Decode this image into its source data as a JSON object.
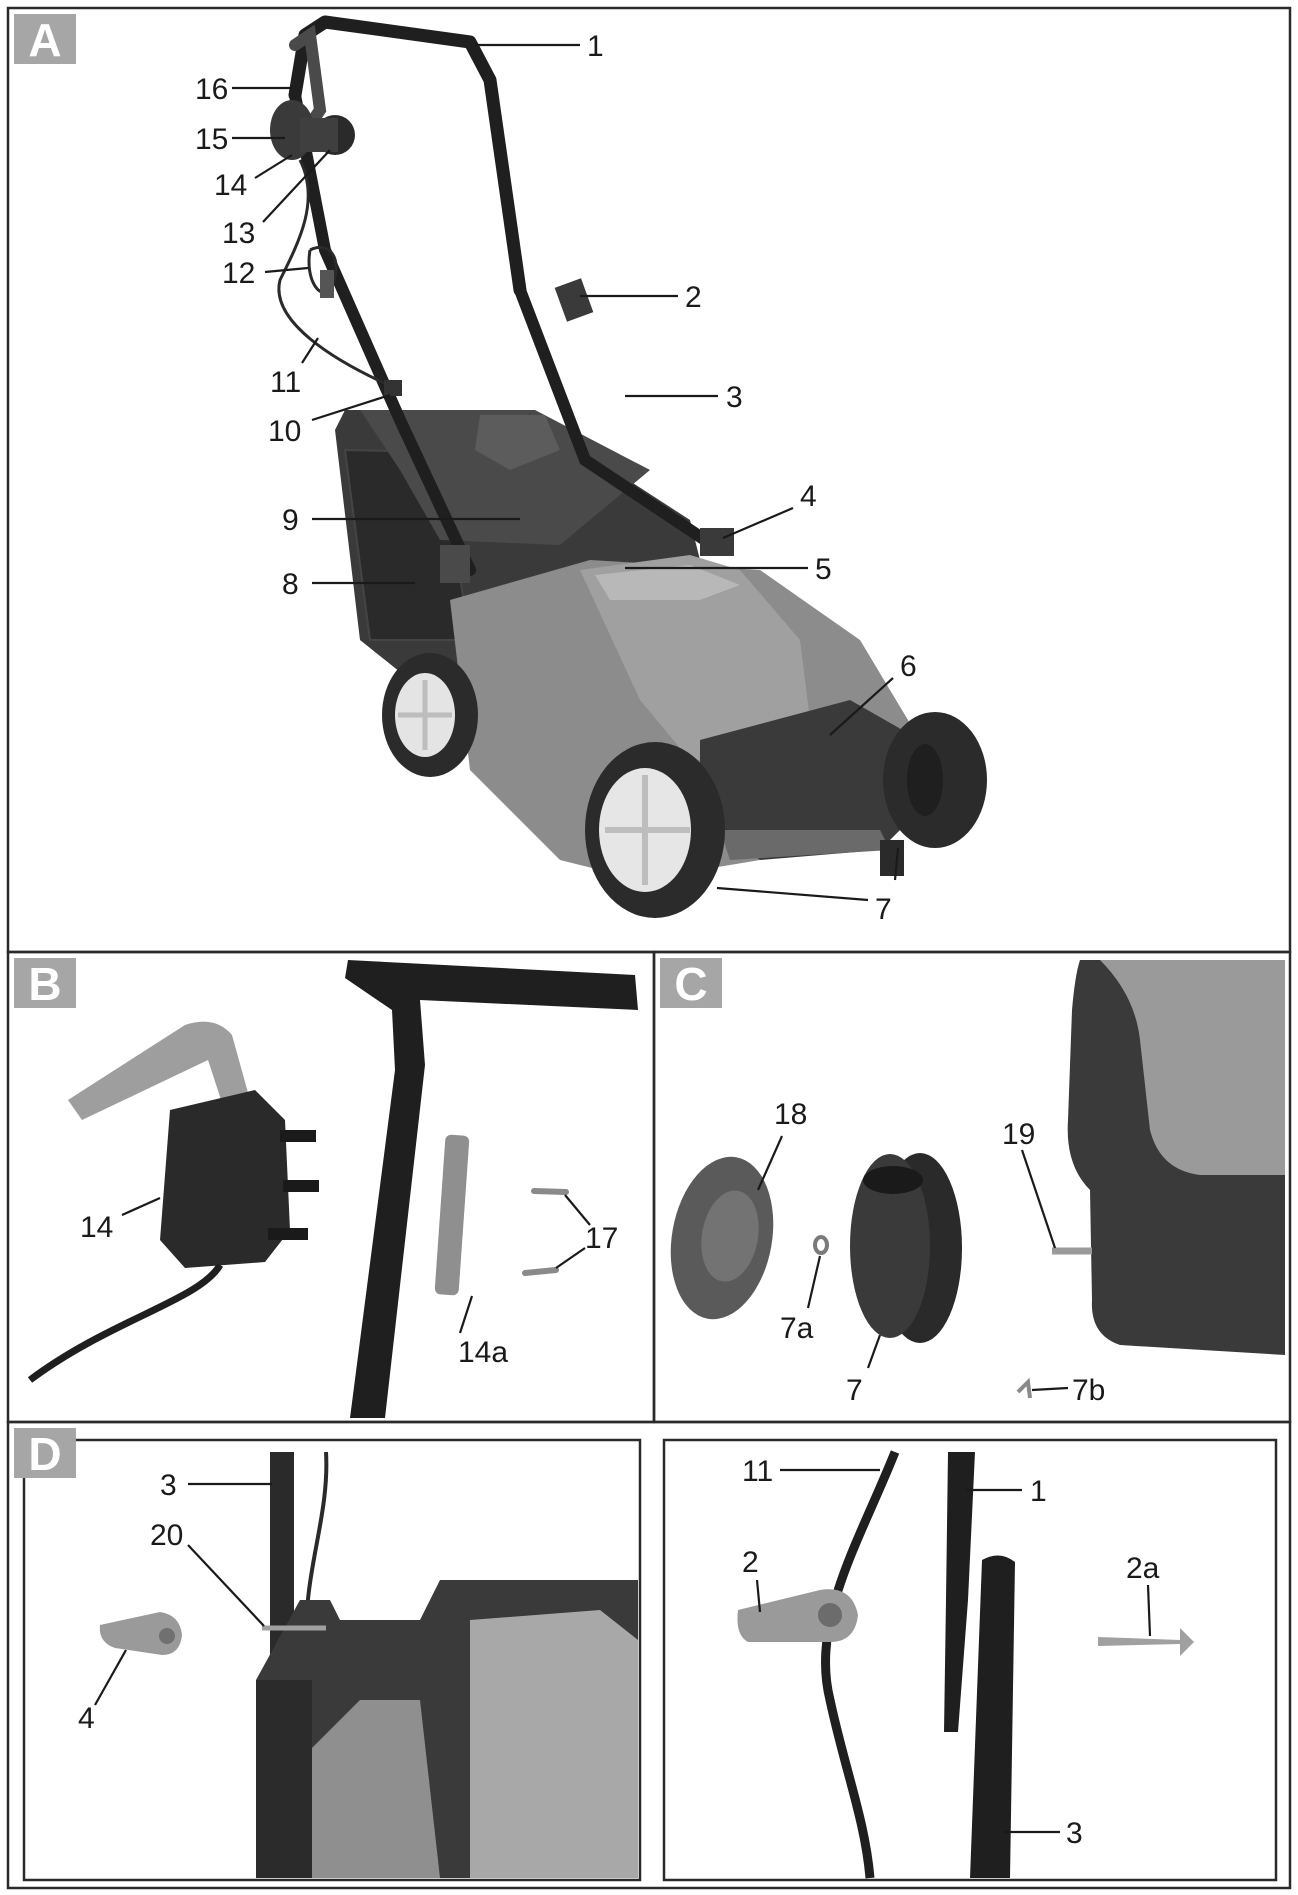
{
  "panels": {
    "a": {
      "tag": "A"
    },
    "b": {
      "tag": "B"
    },
    "c": {
      "tag": "C"
    },
    "d": {
      "tag": "D"
    }
  },
  "callouts": {
    "a": [
      "1",
      "2",
      "3",
      "4",
      "5",
      "6",
      "7",
      "8",
      "9",
      "10",
      "11",
      "12",
      "13",
      "14",
      "15",
      "16"
    ],
    "b": [
      "14",
      "14a",
      "17"
    ],
    "c": [
      "18",
      "19",
      "7a",
      "7",
      "7b"
    ],
    "d_left": [
      "3",
      "20",
      "4"
    ],
    "d_right": [
      "11",
      "1",
      "2",
      "2a",
      "3"
    ]
  },
  "colors": {
    "tag_background": "#a6a6a6",
    "frame": "#2a2a2a",
    "label": "#1a1a1a"
  }
}
